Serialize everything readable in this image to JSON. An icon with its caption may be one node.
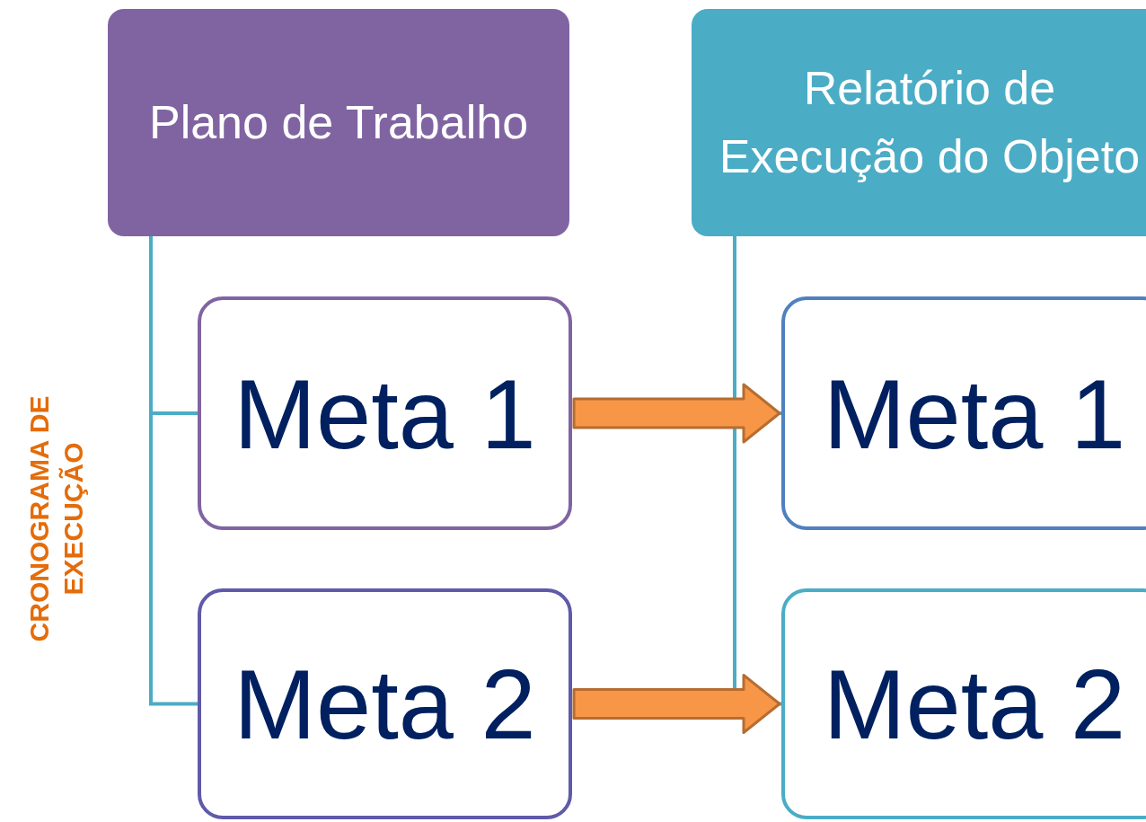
{
  "diagram": {
    "nodes": [
      {
        "text": [
          "Plano de Trabalho"
        ]
      },
      {
        "text": [
          "Meta 1"
        ]
      },
      {
        "text": [
          "Meta 2"
        ]
      },
      {
        "text": [
          "Relatório de Execução do Objeto"
        ]
      },
      {
        "text": [
          "Meta 1"
        ]
      },
      {
        "text": [
          "Meta 2"
        ]
      }
    ],
    "edges": [
      {
        "from": 0,
        "to": 1,
        "arrow": "none"
      },
      {
        "from": 0,
        "to": 2,
        "arrow": "none"
      },
      {
        "from": 3,
        "to": 4,
        "arrow": "none"
      },
      {
        "from": 3,
        "to": 5,
        "arrow": "none"
      },
      {
        "from": 1,
        "to": 4,
        "arrow": "to",
        "style": "thick",
        "color": "#f79646"
      },
      {
        "from": 2,
        "to": 5,
        "arrow": "to",
        "style": "thick",
        "color": "#f79646"
      }
    ],
    "labels": [
      "CRONOGRAMA DE EXECUÇÃO"
    ]
  }
}
